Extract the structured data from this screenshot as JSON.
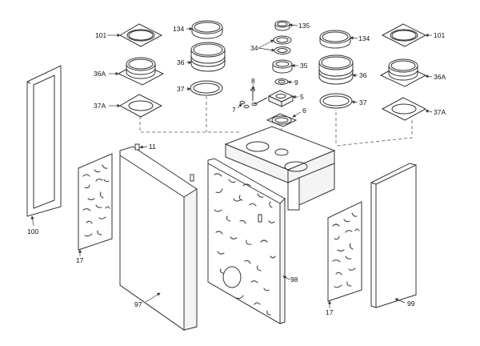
{
  "labels": {
    "l101a": "101",
    "l134a": "134",
    "l135": "135",
    "l134b": "134",
    "l101b": "101",
    "l34": "34",
    "l36Aa": "36A",
    "l36a": "36",
    "l35": "35",
    "l36b": "36",
    "l36Ab": "36A",
    "l9": "9",
    "l8": "8",
    "l37a": "37",
    "l5": "5",
    "l37b": "37",
    "l37Aa": "37A",
    "l37Ab": "37A",
    "l7": "7",
    "l6": "6",
    "l11": "11",
    "l100": "100",
    "l17a": "17",
    "l98": "98",
    "l97": "97",
    "l17b": "17",
    "l99": "99"
  }
}
